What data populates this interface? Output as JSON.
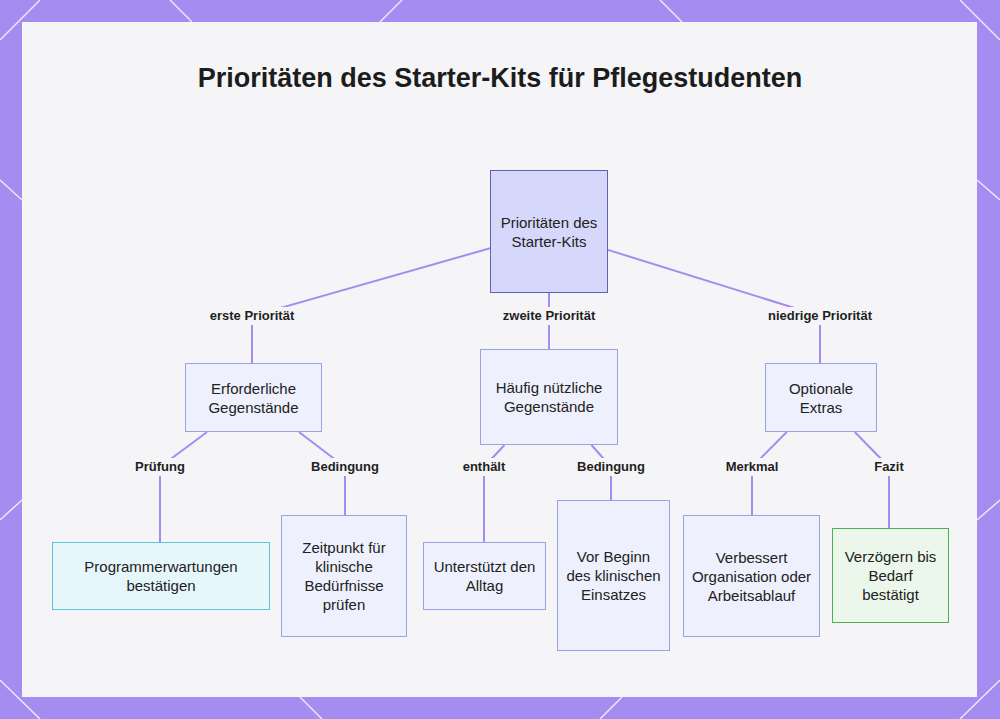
{
  "diagram": {
    "title": "Prioritäten des Starter-Kits für Pflegestudenten",
    "nodes": [
      {
        "text": [
          "Prioritäten des Starter-Kits"
        ]
      },
      {
        "text": [
          "Erforderliche Gegenstände"
        ]
      },
      {
        "text": [
          "Häufig nützliche Gegenstände"
        ]
      },
      {
        "text": [
          "Optionale Extras"
        ]
      },
      {
        "text": [
          "Programmerwartungen bestätigen"
        ]
      },
      {
        "text": [
          "Zeitpunkt für klinische Bedürfnisse prüfen"
        ]
      },
      {
        "text": [
          "Unterstützt den Alltag"
        ]
      },
      {
        "text": [
          "Vor Beginn des klinischen Einsatzes"
        ]
      },
      {
        "text": [
          "Verbessert Organisation oder Arbeitsablauf"
        ]
      },
      {
        "text": [
          "Verzögern bis Bedarf bestätigt"
        ]
      }
    ],
    "edges": [
      {
        "from": 0,
        "to": 1,
        "label": "erste Priorität",
        "arrow": "none"
      },
      {
        "from": 0,
        "to": 2,
        "label": "zweite Priorität",
        "arrow": "none"
      },
      {
        "from": 0,
        "to": 3,
        "label": "niedrige Priorität",
        "arrow": "none"
      },
      {
        "from": 1,
        "to": 4,
        "label": "Prüfung",
        "arrow": "none"
      },
      {
        "from": 1,
        "to": 5,
        "label": "Bedingung",
        "arrow": "none"
      },
      {
        "from": 2,
        "to": 6,
        "label": "enthält",
        "arrow": "none"
      },
      {
        "from": 2,
        "to": 7,
        "label": "Bedingung",
        "arrow": "none"
      },
      {
        "from": 3,
        "to": 8,
        "label": "Merkmal",
        "arrow": "none"
      },
      {
        "from": 3,
        "to": 9,
        "label": "Fazit",
        "arrow": "none"
      }
    ]
  }
}
